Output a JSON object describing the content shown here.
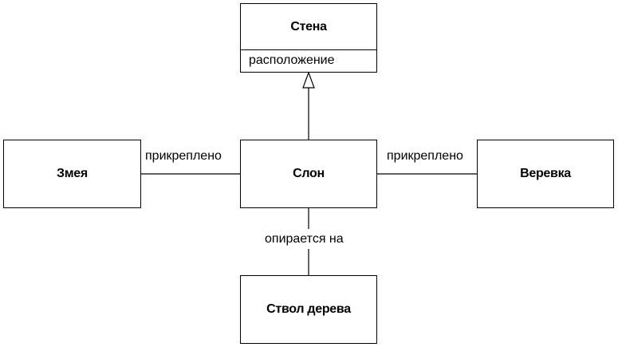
{
  "classes": {
    "wall": {
      "name": "Стена",
      "attribute": "расположение"
    },
    "snake": {
      "name": "Змея"
    },
    "elephant": {
      "name": "Слон"
    },
    "rope": {
      "name": "Веревка"
    },
    "tree_trunk": {
      "name": "Ствол дерева"
    }
  },
  "associations": {
    "snake_elephant": "прикреплено",
    "elephant_rope": "прикреплено",
    "elephant_tree": "опирается на"
  },
  "relations": [
    {
      "type": "generalization",
      "from": "Слон",
      "to": "Стена"
    },
    {
      "type": "association",
      "from": "Змея",
      "to": "Слон",
      "label": "прикреплено"
    },
    {
      "type": "association",
      "from": "Слон",
      "to": "Веревка",
      "label": "прикреплено"
    },
    {
      "type": "association",
      "from": "Слон",
      "to": "Ствол дерева",
      "label": "опирается на"
    }
  ]
}
